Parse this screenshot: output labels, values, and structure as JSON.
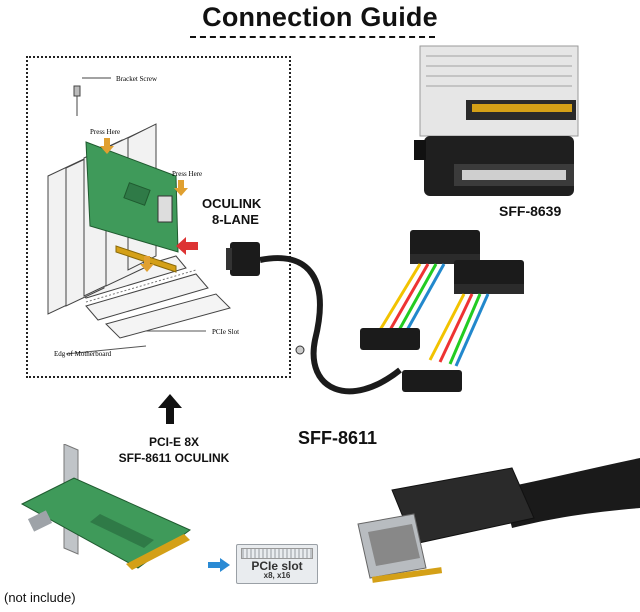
{
  "title": "Connection Guide",
  "labels": {
    "oculink_line1": "OCULINK",
    "oculink_line2": "8-LANE",
    "sff8639": "SFF-8639",
    "sff8611": "SFF-8611",
    "pcie_line1": "PCI-E 8X",
    "pcie_line2": "SFF-8611 OCULINK",
    "not_include": "(not include)"
  },
  "diagram_labels": {
    "bracket_screw": "Bracket Screw",
    "press_here_1": "Press Here",
    "press_here_2": "Press Here",
    "pcie_slot": "PCIe Slot",
    "edge_motherboard": "Edg of Motherboard"
  },
  "slot_card": {
    "line1": "PCIe slot",
    "line2": "x8, x16"
  },
  "colors": {
    "pcb_green": "#3f9a5a",
    "cable_black": "#1b1b1b",
    "connector_gray": "#9ea3a8",
    "arrow_blue": "#2a8ad4"
  },
  "icons": {
    "up_arrow": "arrow-up-icon",
    "right_arrow": "arrow-right-icon"
  }
}
